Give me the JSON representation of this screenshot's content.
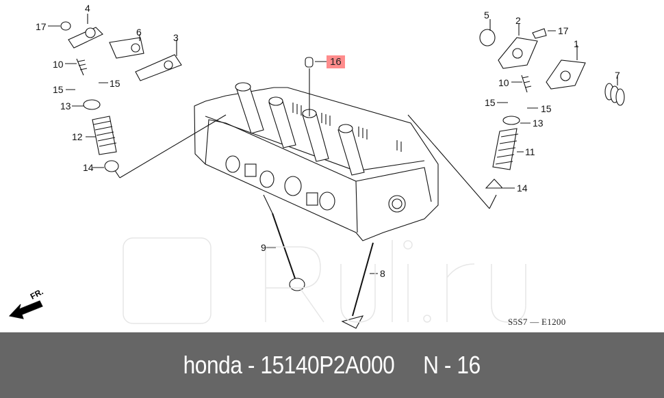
{
  "diagram": {
    "title_code": "S5S7 — E1200",
    "direction_label": "FR.",
    "highlighted_part": "16",
    "highlight_color": "#ff8c8c",
    "callouts": [
      {
        "id": "c17-left",
        "label": "17"
      },
      {
        "id": "c4",
        "label": "4"
      },
      {
        "id": "c6",
        "label": "6"
      },
      {
        "id": "c3",
        "label": "3"
      },
      {
        "id": "c10-left",
        "label": "10"
      },
      {
        "id": "c15-left-a",
        "label": "15"
      },
      {
        "id": "c15-left-b",
        "label": "15"
      },
      {
        "id": "c13-left",
        "label": "13"
      },
      {
        "id": "c12",
        "label": "12"
      },
      {
        "id": "c14-left",
        "label": "14"
      },
      {
        "id": "c16",
        "label": "16"
      },
      {
        "id": "c5",
        "label": "5"
      },
      {
        "id": "c2",
        "label": "2"
      },
      {
        "id": "c17-right",
        "label": "17"
      },
      {
        "id": "c1",
        "label": "1"
      },
      {
        "id": "c7",
        "label": "7"
      },
      {
        "id": "c10-right",
        "label": "10"
      },
      {
        "id": "c15-right-a",
        "label": "15"
      },
      {
        "id": "c15-right-b",
        "label": "15"
      },
      {
        "id": "c13-right",
        "label": "13"
      },
      {
        "id": "c11",
        "label": "11"
      },
      {
        "id": "c14-right",
        "label": "14"
      },
      {
        "id": "c9",
        "label": "9"
      },
      {
        "id": "c8",
        "label": "8"
      }
    ],
    "watermark_text": "Ruli.ru"
  },
  "footer": {
    "text": "honda - 15140P2A000     N - 16",
    "background": "#666666"
  }
}
